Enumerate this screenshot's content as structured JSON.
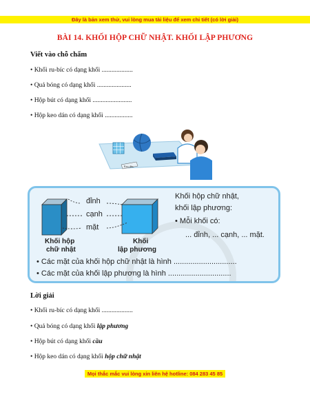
{
  "header": {
    "preview_note": "Đây là bản xem thử, vui lòng mua tài liệu để xem chi tiết (có lời giải)",
    "title": "BÀI 14. KHỐI HỘP CHỮ NHẬT. KHỐI LẬP PHƯƠNG"
  },
  "exercise": {
    "heading": "Viết vào chỗ chấm",
    "items": [
      "• Khối ru-bíc có dạng khối ...................",
      "• Quả bóng có dạng khối .....................",
      "• Hộp bút có dạng khối ........................",
      "• Hộp keo dán có dạng khối ................."
    ]
  },
  "illustration": {
    "glue_label": "Keo dán"
  },
  "infobox": {
    "cuboid_label_1": "Khối hộp",
    "cuboid_label_2": "chữ nhật",
    "cube_label_1": "Khối",
    "cube_label_2": "lập phương",
    "vertex": "đỉnh",
    "edge": "cạnh",
    "face": "mặt",
    "desc_1": "Khối hộp chữ nhật,",
    "desc_2": "khối lập phương:",
    "desc_3": "•  Mỗi khối có:",
    "desc_4": "... đỉnh, ... cạnh, ... mặt.",
    "bullet_1": "•  Các mặt của khối hộp chữ nhật là hình ..............................",
    "bullet_2": "•  Các mặt của khối lập phương là hình .............................."
  },
  "solution": {
    "heading": "Lời giải",
    "items": [
      {
        "text": "• Khối ru-bíc có dạng khối ...................",
        "answer": ""
      },
      {
        "text": "• Quả bóng có dạng khối ",
        "answer": "lập phương"
      },
      {
        "text": "• Hộp bút có dạng khối ",
        "answer": "cầu"
      },
      {
        "text": "• Hộp keo dán có dạng khối ",
        "answer": "hộp chữ nhật"
      }
    ]
  },
  "footer": {
    "contact_note": "Mọi thắc mắc vui lòng xin liên hệ hotline: 084 283 45 85"
  }
}
